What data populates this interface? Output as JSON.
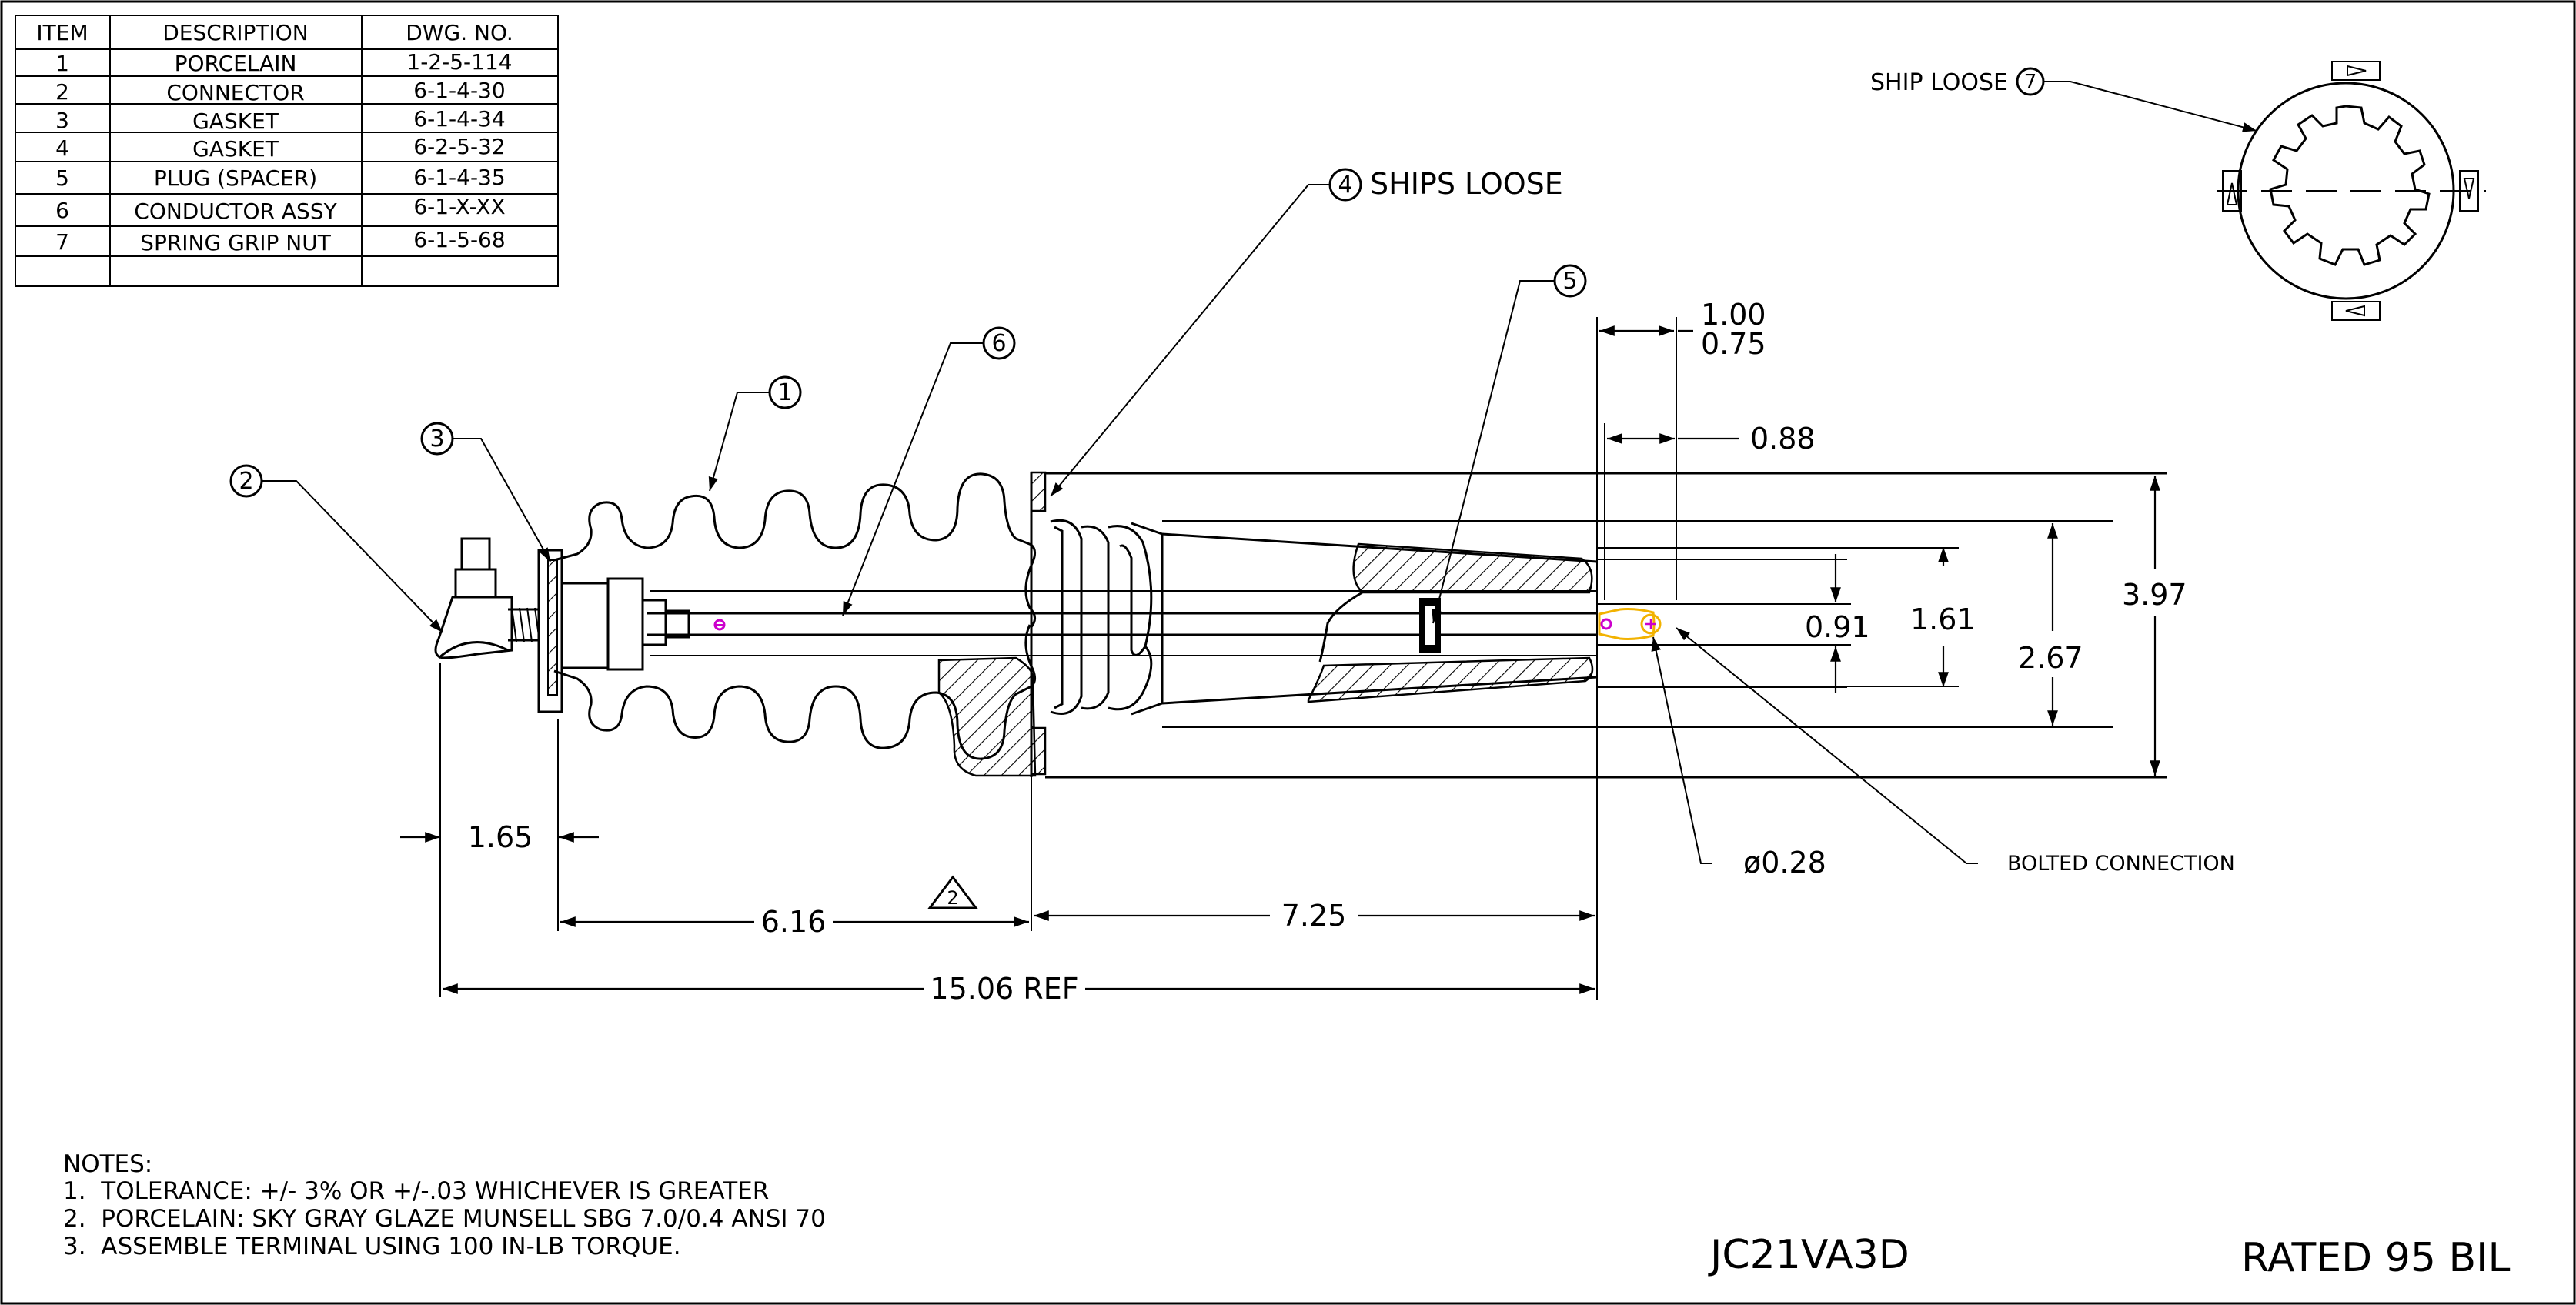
{
  "parts_table": {
    "headers": {
      "item": "ITEM",
      "description": "DESCRIPTION",
      "dwg_no": "DWG. NO."
    },
    "rows": [
      {
        "item": "1",
        "description": "PORCELAIN",
        "dwg_no": "1-2-5-114"
      },
      {
        "item": "2",
        "description": "CONNECTOR",
        "dwg_no": "6-1-4-30"
      },
      {
        "item": "3",
        "description": "GASKET",
        "dwg_no": "6-1-4-34"
      },
      {
        "item": "4",
        "description": "GASKET",
        "dwg_no": "6-2-5-32"
      },
      {
        "item": "5",
        "description": "PLUG (SPACER)",
        "dwg_no": "6-1-4-35"
      },
      {
        "item": "6",
        "description": "CONDUCTOR ASSY",
        "dwg_no": "6-1-X-XX"
      },
      {
        "item": "7",
        "description": "SPRING GRIP NUT",
        "dwg_no": "6-1-5-68"
      }
    ]
  },
  "callouts": {
    "c1": "1",
    "c2": "2",
    "c3": "3",
    "c4": "4",
    "c5": "5",
    "c6": "6",
    "c7": "7",
    "ships_loose": "SHIPS LOOSE",
    "ship_loose": "SHIP LOOSE",
    "bolted_connection": "BOLTED CONNECTION",
    "rev_triangle": "2"
  },
  "dimensions": {
    "d1_00": "1.00",
    "d0_75": "0.75",
    "d0_88": "0.88",
    "d3_97": "3.97",
    "d2_67": "2.67",
    "d1_61": "1.61",
    "d0_91": "0.91",
    "d1_65": "1.65",
    "d6_16": "6.16",
    "d7_25": "7.25",
    "d15_06": "15.06 REF",
    "d_hole": "ø0.28"
  },
  "notes": {
    "heading": "NOTES:",
    "items": [
      "1.  TOLERANCE: +/- 3% OR +/-.03 WHICHEVER IS GREATER",
      "2.  PORCELAIN: SKY GRAY GLAZE MUNSELL SBG 7.0/0.4 ANSI 70",
      "3.  ASSEMBLE TERMINAL USING 100 IN-LB TORQUE."
    ]
  },
  "title_block": {
    "part_number": "JC21VA3D",
    "rating": "RATED 95 BIL"
  },
  "colors": {
    "line": "#000000",
    "highlight": "#f2b200",
    "marker": "#cc00cc"
  }
}
